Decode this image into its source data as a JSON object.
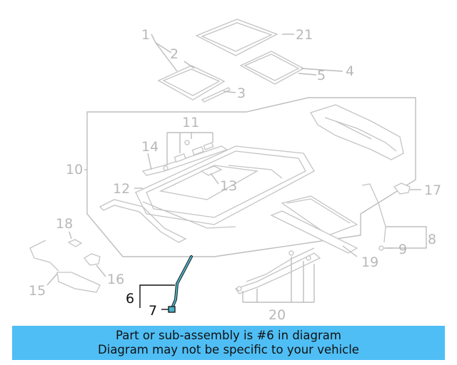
{
  "labels": {
    "l1": "1",
    "l2": "2",
    "l3": "3",
    "l4": "4",
    "l5": "5",
    "l6": "6",
    "l7": "7",
    "l8": "8",
    "l9": "9",
    "l10": "10",
    "l11": "11",
    "l12": "12",
    "l13": "13",
    "l14": "14",
    "l15": "15",
    "l16": "16",
    "l17": "17",
    "l18": "18",
    "l19": "19",
    "l20": "20",
    "l21": "21"
  },
  "highlight_color": "#4ab3c8",
  "banner": {
    "line1": "Part or sub-assembly is #6 in diagram",
    "line2": "Diagram may not be specific to your vehicle",
    "color": "#4fbef5"
  }
}
